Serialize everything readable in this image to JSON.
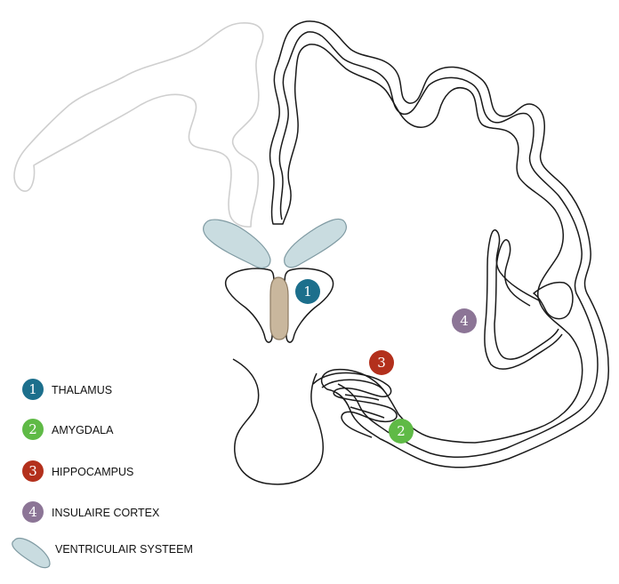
{
  "colors": {
    "outline": "#1a1a1a",
    "faded_outline": "#cfcfcf",
    "ventricle_fill": "#c9dce0",
    "ventricle_stroke": "#7f9aa2",
    "third_ventricle_fill": "#c9b79d",
    "thalamus": "#1c6f8c",
    "amygdala": "#5fba46",
    "hippocampus": "#b3301c",
    "insula": "#8c7596"
  },
  "markers": [
    {
      "number": "1",
      "color": "#1c6f8c",
      "region": "thalamus"
    },
    {
      "number": "2",
      "color": "#5fba46",
      "region": "amygdala"
    },
    {
      "number": "3",
      "color": "#b3301c",
      "region": "hippocampus"
    },
    {
      "number": "4",
      "color": "#8c7596",
      "region": "insula"
    }
  ],
  "legend": [
    {
      "number": "1",
      "label": "THALAMUS",
      "color": "#1c6f8c",
      "icon": "circle-number"
    },
    {
      "number": "2",
      "label": "AMYGDALA",
      "color": "#5fba46",
      "icon": "circle-number"
    },
    {
      "number": "3",
      "label": "HIPPOCAMPUS",
      "color": "#b3301c",
      "icon": "circle-number"
    },
    {
      "number": "4",
      "label": "INSULAIRE CORTEX",
      "color": "#8c7596",
      "icon": "circle-number"
    },
    {
      "number": "",
      "label": "VENTRICULAIR SYSTEEM",
      "color": "#c9dce0",
      "icon": "ventricle-swatch"
    }
  ]
}
